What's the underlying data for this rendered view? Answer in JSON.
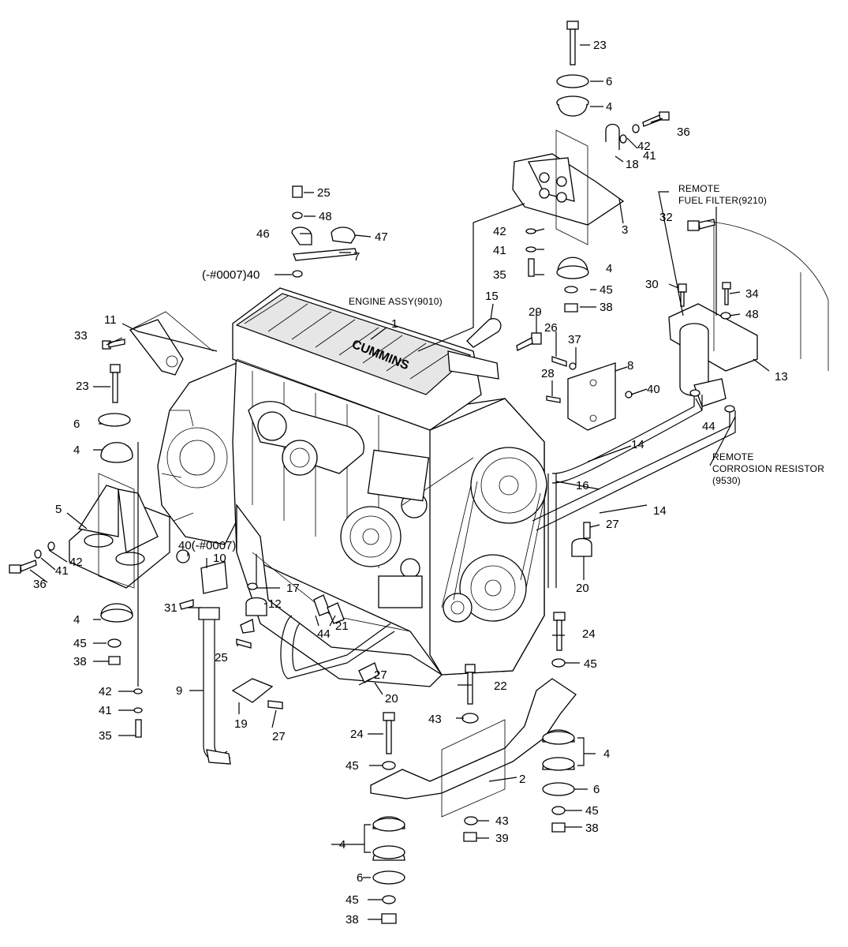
{
  "captions": {
    "engine_assy": "ENGINE ASSY(9010)",
    "fuel_filter_1": "REMOTE",
    "fuel_filter_2": "FUEL FILTER(9210)",
    "corrosion_1": "REMOTE",
    "corrosion_2": "CORROSION RESISTOR",
    "corrosion_3": "(9530)",
    "engine_brand": "CUMMINS"
  },
  "callouts": {
    "c23a": "23",
    "c6a": "6",
    "c4a": "4",
    "c36a": "36",
    "c42a": "42",
    "c41a": "41",
    "c18": "18",
    "c3": "3",
    "c42b": "42",
    "c41b": "41",
    "c4b": "4",
    "c35a": "35",
    "c45a": "45",
    "c38a": "38",
    "c25a": "25",
    "c48a": "48",
    "c46": "46",
    "c47": "47",
    "c7": "7",
    "c40a": "(-#0007)40",
    "c32": "32",
    "c30": "30",
    "c34": "34",
    "c48b": "48",
    "c13": "13",
    "c15": "15",
    "c29": "29",
    "c26": "26",
    "c37": "37",
    "c8": "8",
    "c28": "28",
    "c40b": "40",
    "c1": "1",
    "c11": "11",
    "c33": "33",
    "c23b": "23",
    "c6b": "6",
    "c4c": "4",
    "c5": "5",
    "c42c": "42",
    "c41c": "41",
    "c36b": "36",
    "c4d": "4",
    "c45b": "45",
    "c38b": "38",
    "c42d": "42",
    "c41d": "41",
    "c35b": "35",
    "c40c": "40(-#0007)",
    "c10": "10",
    "c31": "31",
    "c17": "17",
    "c12": "12",
    "c25b": "25",
    "c9": "9",
    "c44a": "44",
    "c21": "21",
    "c27a": "27",
    "c20a": "20",
    "c19": "19",
    "c27b": "27",
    "c16": "16",
    "c14a": "14",
    "c14b": "14",
    "c44b": "44",
    "c27c": "27",
    "c20b": "20",
    "c24a": "24",
    "c45c": "45",
    "c22": "22",
    "c43a": "43",
    "c24b": "24",
    "c45d": "45",
    "c2": "2",
    "c4e": "4",
    "c6c": "6",
    "c45e": "45",
    "c38c": "38",
    "c43b": "43",
    "c39": "39",
    "c4f": "4",
    "c6d": "6",
    "c45f": "45",
    "c38d": "38"
  }
}
